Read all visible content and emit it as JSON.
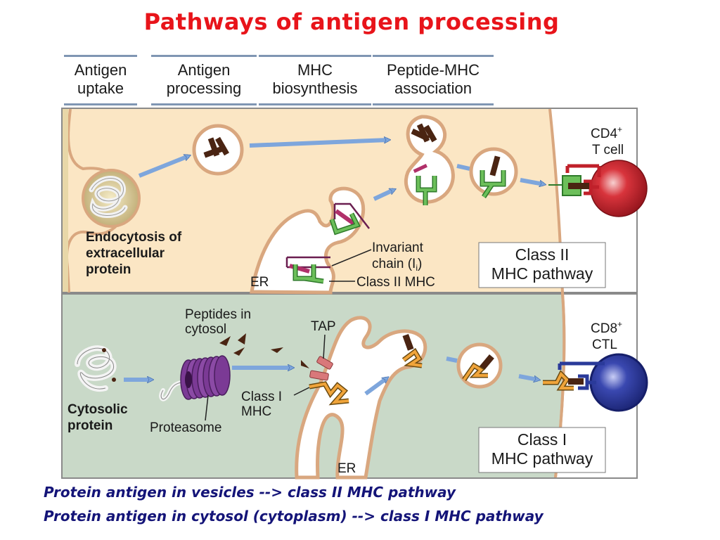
{
  "title": "Pathways of antigen processing",
  "stages": [
    {
      "line1": "Antigen",
      "line2": "uptake"
    },
    {
      "line1": "Antigen",
      "line2": "processing"
    },
    {
      "line1": "MHC",
      "line2": "biosynthesis"
    },
    {
      "line1": "Peptide-MHC",
      "line2": "association"
    }
  ],
  "class_ii_panel": {
    "source_label": [
      "Endocytosis of",
      "extracellular",
      "protein"
    ],
    "er_label": "ER",
    "invariant_chain_label": [
      "Invariant",
      "chain (I",
      "i",
      ")"
    ],
    "class_ii_mhc_label": "Class II MHC",
    "target_cell_label": [
      "CD4",
      "+",
      "T cell"
    ],
    "pathway_label": [
      "Class II",
      "MHC pathway"
    ]
  },
  "class_i_panel": {
    "source_label": [
      "Cytosolic",
      "protein"
    ],
    "peptides_label": [
      "Peptides in",
      "cytosol"
    ],
    "proteasome_label": "Proteasome",
    "tap_label": "TAP",
    "class_i_mhc_label": [
      "Class I",
      "MHC"
    ],
    "er_label": "ER",
    "target_cell_label": [
      "CD8",
      "+",
      "CTL"
    ],
    "pathway_label": [
      "Class I",
      "MHC pathway"
    ]
  },
  "colors": {
    "title": "#e8141a",
    "class_ii_bg": "#fbe6c4",
    "class_i_bg": "#c9d9c8",
    "membrane": "#d9a77f",
    "arrow": "#7ea6dc",
    "peptide": "#4a2412",
    "class_ii_mhc": "#6cbf5a",
    "invariant_chain": "#b0306a",
    "class_i_mhc": "#f0a43a",
    "tap": "#d9787a",
    "proteasome": "#7b3a95",
    "cd4_cell": "#c0202a",
    "cd8_cell": "#2a3a9a",
    "footer": "#141478"
  },
  "footer": [
    "Protein antigen in vesicles --> class II MHC pathway",
    "Protein antigen in cytosol (cytoplasm) --> class I MHC pathway"
  ]
}
